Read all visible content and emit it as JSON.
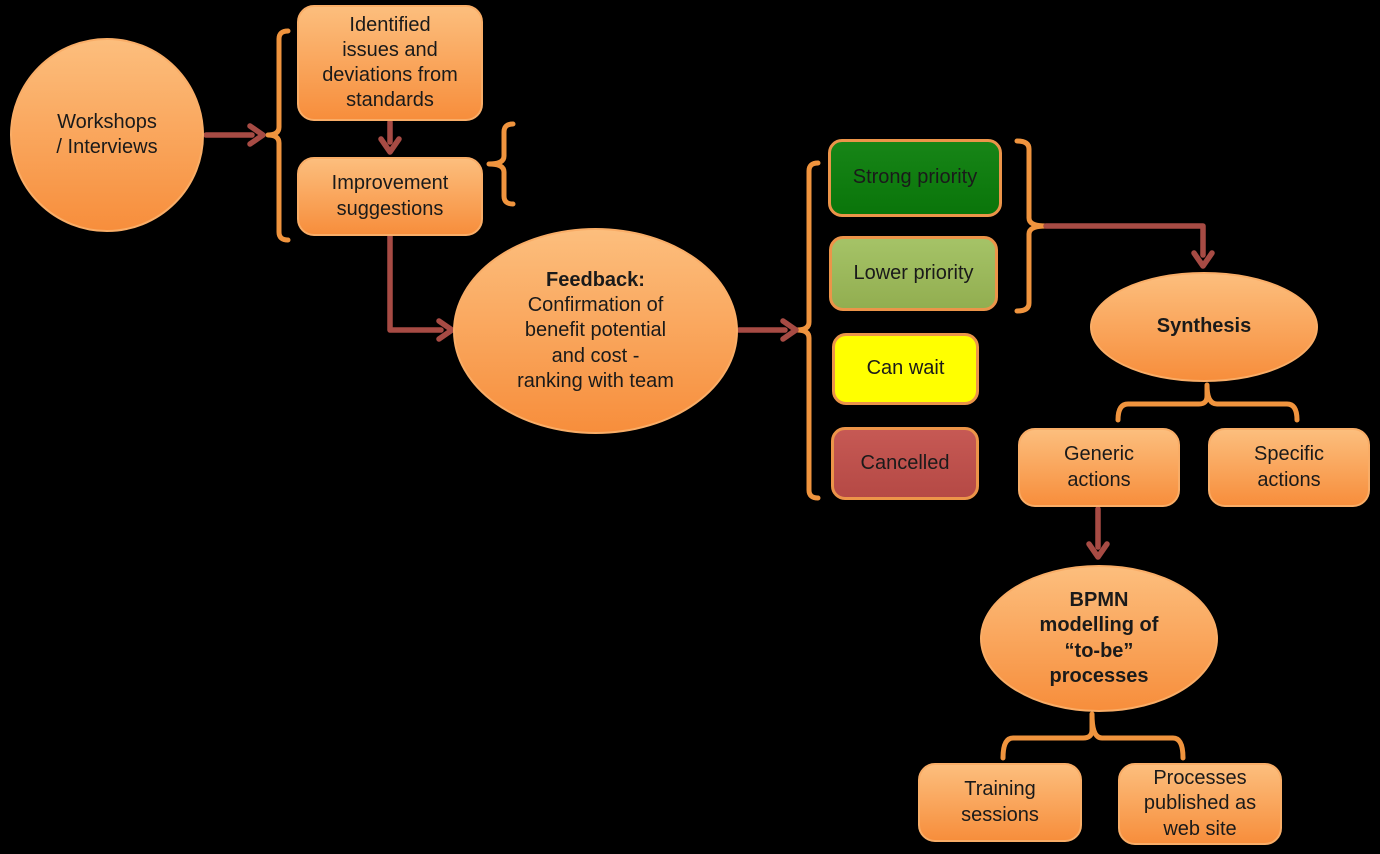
{
  "colors": {
    "background": "#000000",
    "orange_top": "#FCBE7D",
    "orange_bottom": "#F78E3C",
    "orange_border": "#F9AD67",
    "bracket": "#F0943E",
    "arrow": "#A74B44",
    "green": "#0E7D0E",
    "olive": "#9CBA5B",
    "yellow": "#FFFF00",
    "brick": "#C0504D",
    "colored_border": "#EC9449",
    "text": "#1A1A1A"
  },
  "nodes": {
    "workshops": {
      "label": "Workshops\n/ Interviews"
    },
    "identified": {
      "label": "Identified\nissues and\ndeviations from\nstandards"
    },
    "improvement": {
      "label": "Improvement\nsuggestions"
    },
    "feedback": {
      "title": "Feedback:",
      "body": "Confirmation of\nbenefit potential\nand cost -\nranking with team"
    },
    "strong_priority": {
      "label": "Strong priority"
    },
    "lower_priority": {
      "label": "Lower priority"
    },
    "can_wait": {
      "label": "Can wait"
    },
    "cancelled": {
      "label": "Cancelled"
    },
    "synthesis": {
      "label": "Synthesis"
    },
    "generic_actions": {
      "label": "Generic\nactions"
    },
    "specific_actions": {
      "label": "Specific\nactions"
    },
    "bpmn": {
      "label": "BPMN\nmodelling of\n“to-be”\nprocesses"
    },
    "training": {
      "label": "Training\nsessions"
    },
    "processes_published": {
      "label": "Processes\npublished as\nweb site"
    }
  }
}
